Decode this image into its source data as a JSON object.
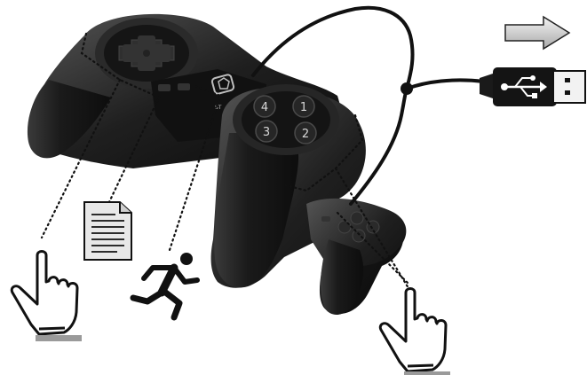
{
  "buttons": {
    "top_left": "4",
    "top_right": "1",
    "bottom_left": "3",
    "bottom_right": "2"
  },
  "logo_text": "ST"
}
